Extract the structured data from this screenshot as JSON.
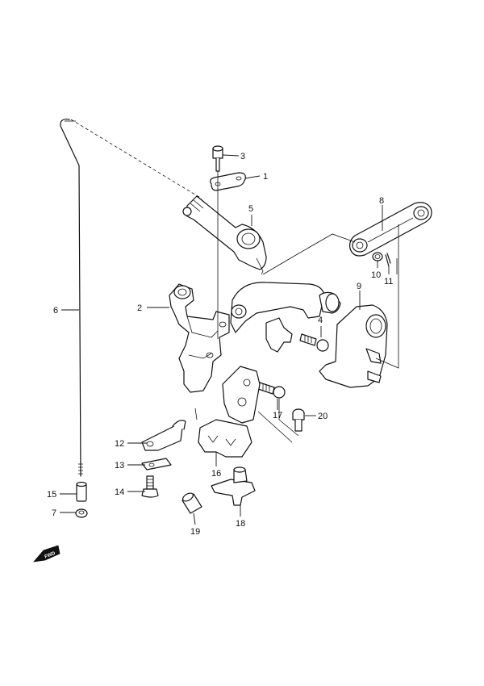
{
  "parts": [
    {
      "id": "part-1",
      "number": "1"
    },
    {
      "id": "part-2",
      "number": "2"
    },
    {
      "id": "part-3",
      "number": "3"
    },
    {
      "id": "part-4",
      "number": "4"
    },
    {
      "id": "part-5",
      "number": "5"
    },
    {
      "id": "part-6",
      "number": "6"
    },
    {
      "id": "part-7",
      "number": "7"
    },
    {
      "id": "part-8",
      "number": "8"
    },
    {
      "id": "part-9",
      "number": "9"
    },
    {
      "id": "part-10",
      "number": "10"
    },
    {
      "id": "part-11",
      "number": "11"
    },
    {
      "id": "part-12",
      "number": "12"
    },
    {
      "id": "part-13",
      "number": "13"
    },
    {
      "id": "part-14",
      "number": "14"
    },
    {
      "id": "part-15",
      "number": "15"
    },
    {
      "id": "part-16",
      "number": "16"
    },
    {
      "id": "part-17",
      "number": "17"
    },
    {
      "id": "part-18",
      "number": "18"
    },
    {
      "id": "part-19",
      "number": "19"
    },
    {
      "id": "part-20",
      "number": "20"
    }
  ],
  "fwd_badge": {
    "text": "FWD"
  },
  "colors": {
    "line": "#111111",
    "background": "#ffffff"
  }
}
